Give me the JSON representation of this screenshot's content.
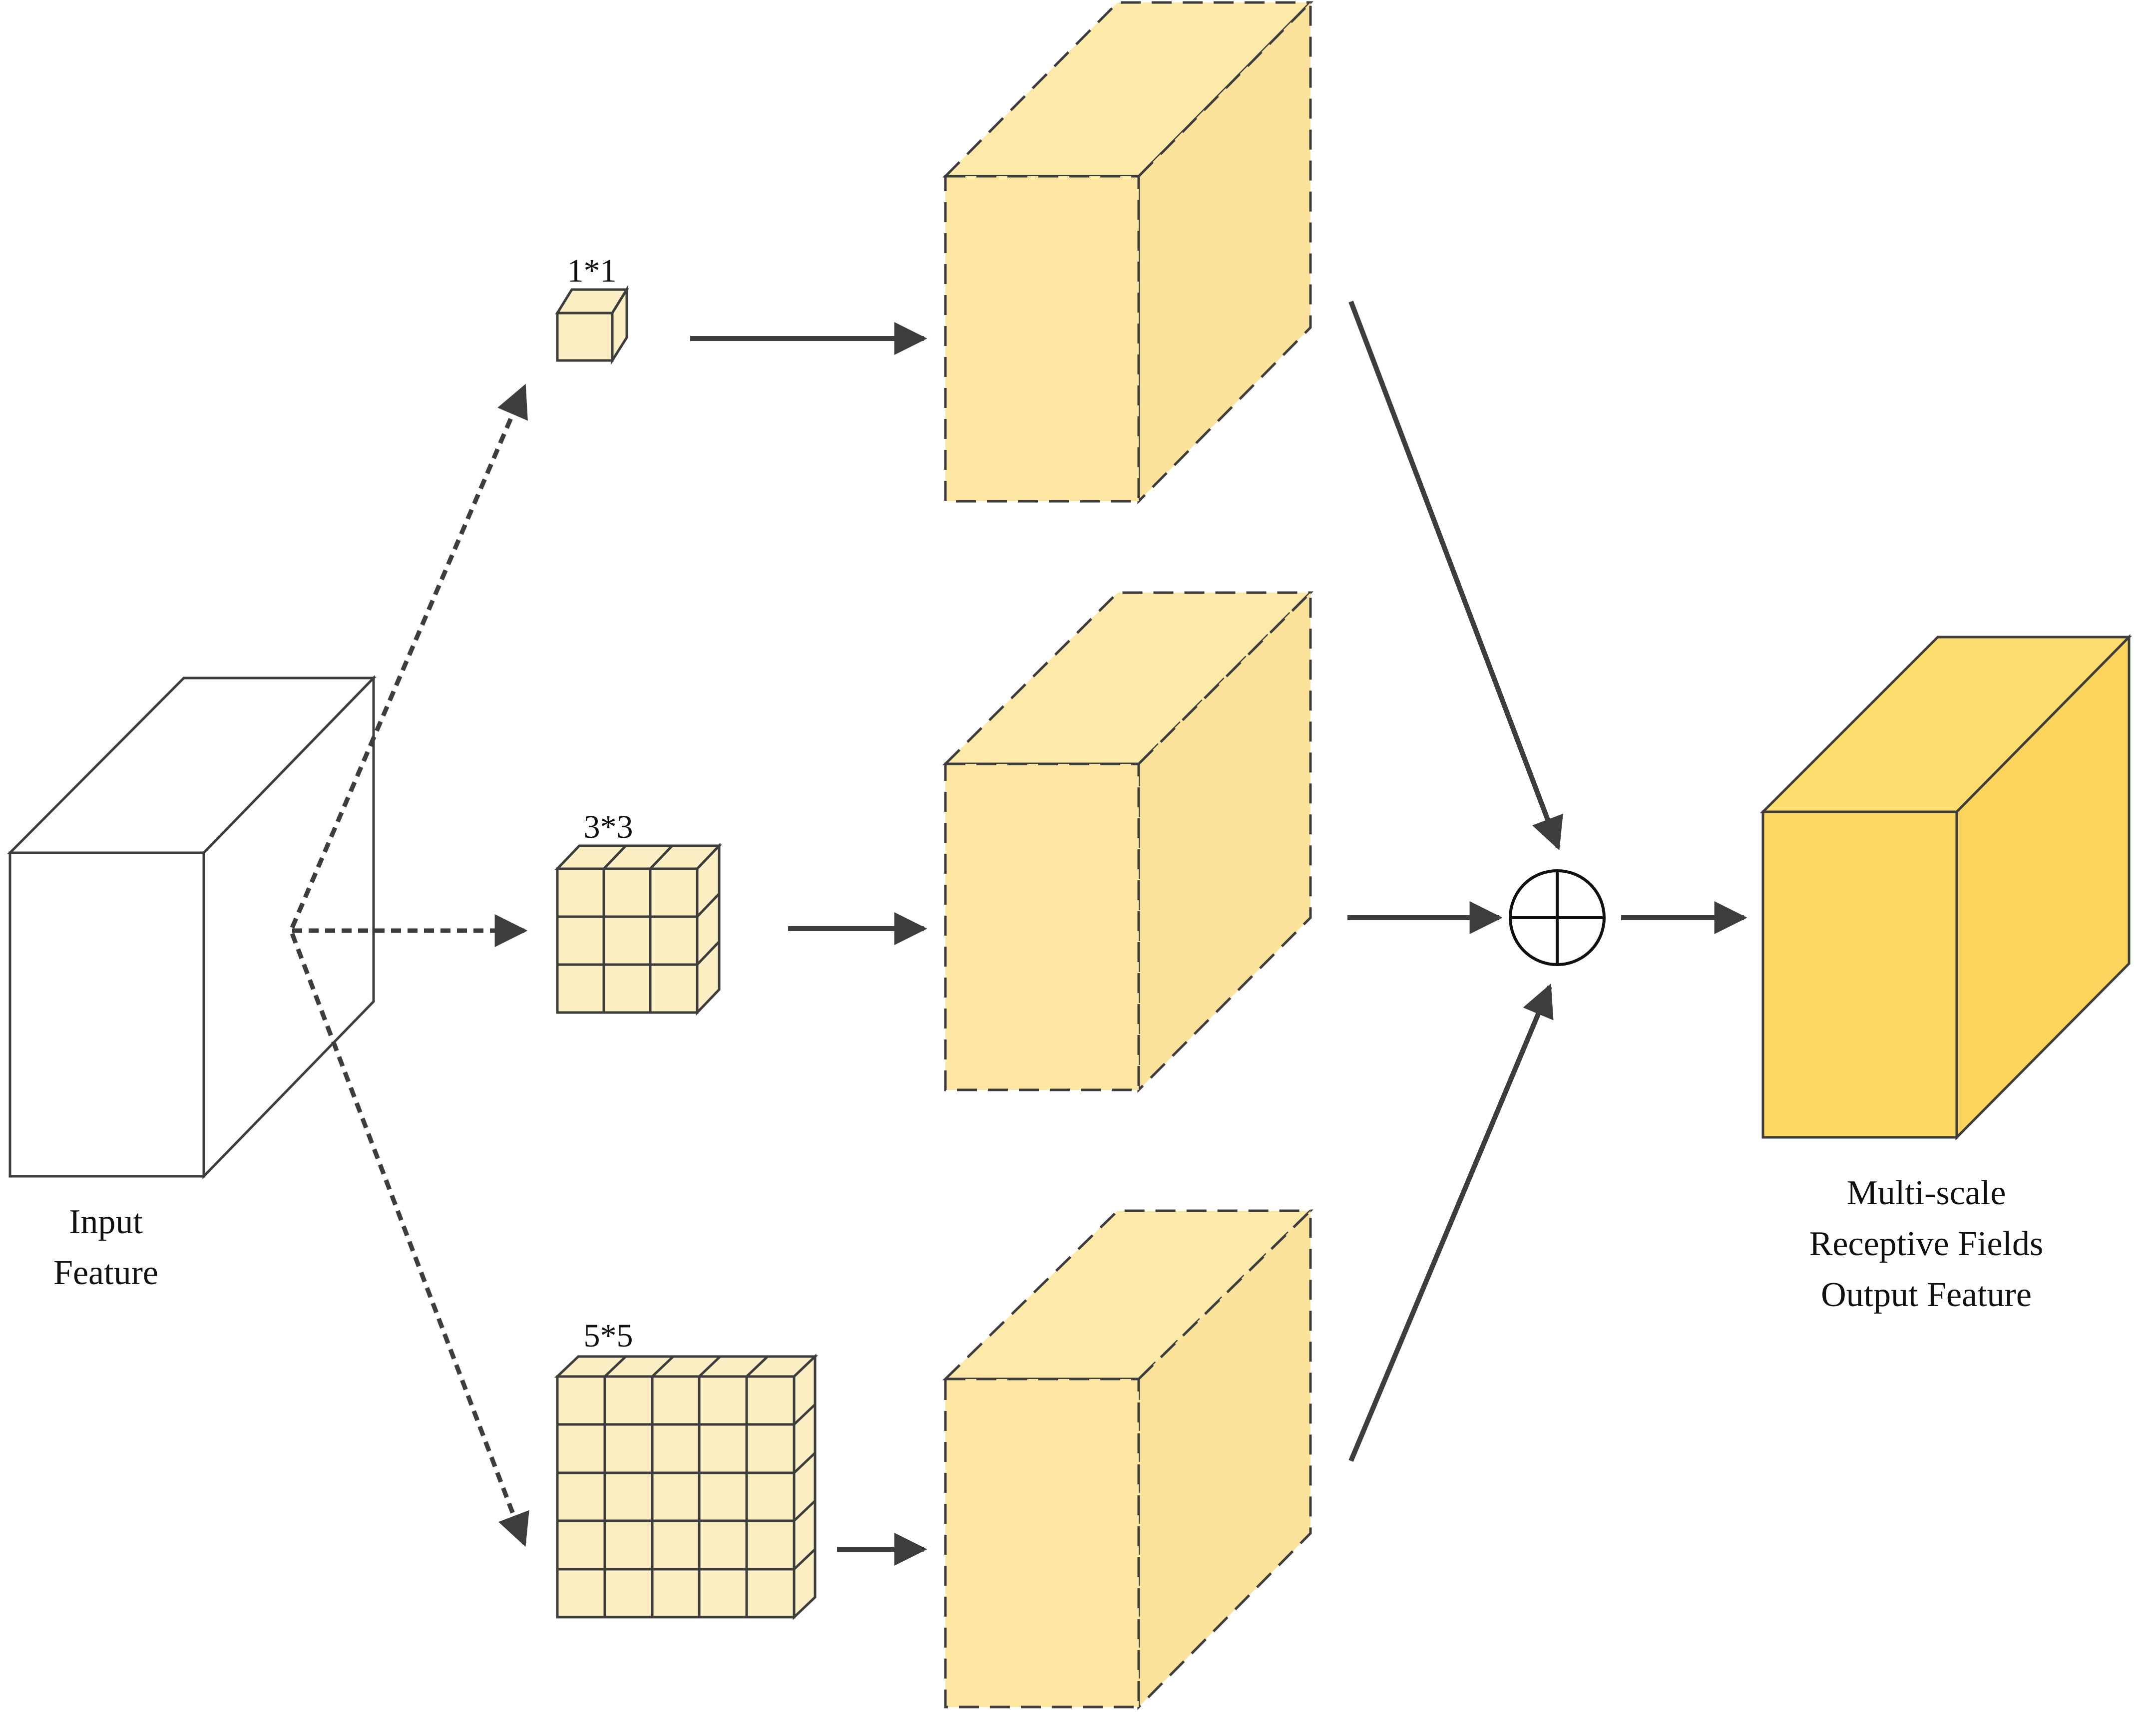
{
  "labels": {
    "input_feature": [
      "Input",
      "Feature"
    ],
    "kernel_1": "1*1",
    "kernel_3": "3*3",
    "kernel_5": "5*5",
    "output_feature": [
      "Multi-scale",
      "Receptive Fields",
      "Output Feature"
    ]
  },
  "colors": {
    "stroke": "#3d3d3d",
    "input_front": "#ffffff",
    "branch_front": "#fce6a2",
    "branch_side": "#fce39b",
    "branch_top": "#fde9a9",
    "kernel_fill": "#fdefc4",
    "output_front": "#fed864",
    "output_side": "#fdd55d",
    "output_top": "#fedc6d"
  },
  "icons": {
    "sum_node": "circle-plus-icon"
  }
}
